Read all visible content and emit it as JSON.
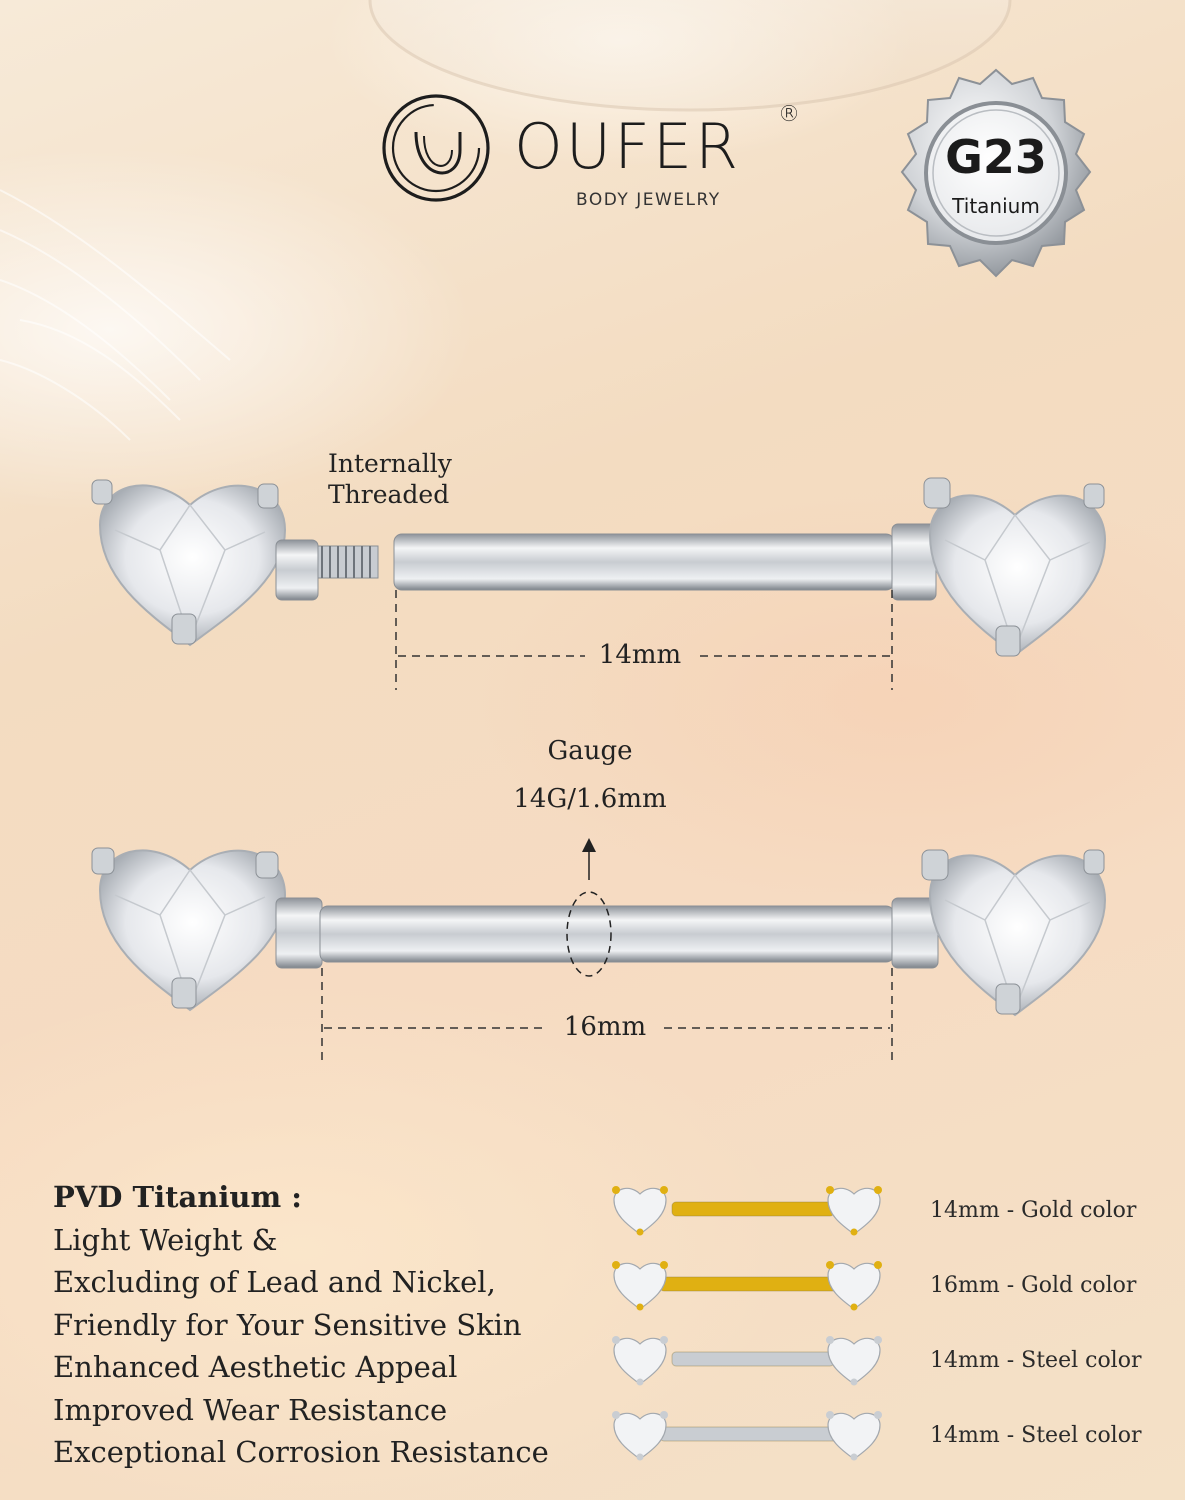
{
  "brand": {
    "name": "OUFER",
    "registered": "®",
    "tagline": "BODY JEWELRY"
  },
  "badge": {
    "grade": "G23",
    "material": "Titanium"
  },
  "diagram": {
    "thread_label_line1": "Internally",
    "thread_label_line2": "Threaded",
    "length_top": "14mm",
    "gauge_title": "Gauge",
    "gauge_value": "14G/1.6mm",
    "length_bottom": "16mm"
  },
  "features": {
    "title": "PVD Titanium :",
    "lines": [
      "Light Weight &",
      "Excluding of Lead and Nickel,",
      "Friendly for Your Sensitive Skin",
      "Enhanced Aesthetic Appeal",
      "Improved Wear Resistance",
      "Exceptional Corrosion Resistance"
    ]
  },
  "variants": [
    {
      "label": "14mm - Gold color",
      "finish": "gold"
    },
    {
      "label": "16mm - Gold color",
      "finish": "gold"
    },
    {
      "label": "14mm - Steel color",
      "finish": "steel"
    },
    {
      "label": "14mm - Steel color",
      "finish": "steel"
    }
  ],
  "colors": {
    "gold": "#e0b012",
    "steel": "#c9cdd2",
    "ink": "#222222"
  }
}
